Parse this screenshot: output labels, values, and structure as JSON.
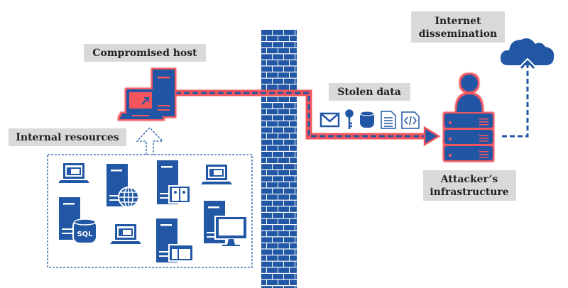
{
  "labels": {
    "compromised_host": "Compromised host",
    "internal_resources": "Internal resources",
    "stolen_data": "Stolen data",
    "internet_dissemination_line1": "Internet",
    "internet_dissemination_line2": "dissemination",
    "attacker_line1": "Attacker’s",
    "attacker_line2": "infrastructure",
    "sql": "SQL"
  },
  "stolen_data_icons": [
    "envelope-icon",
    "key-icon",
    "database-icon",
    "document-icon",
    "code-file-icon"
  ],
  "internal_resource_icons": [
    "laptop-app",
    "web-server",
    "directory-server",
    "laptop-app",
    "sql-server",
    "laptop-app",
    "app-server",
    "workstation"
  ],
  "colors": {
    "primary": "#2157a4",
    "highlight": "#f2545b",
    "label_bg": "#d9d9d9"
  }
}
